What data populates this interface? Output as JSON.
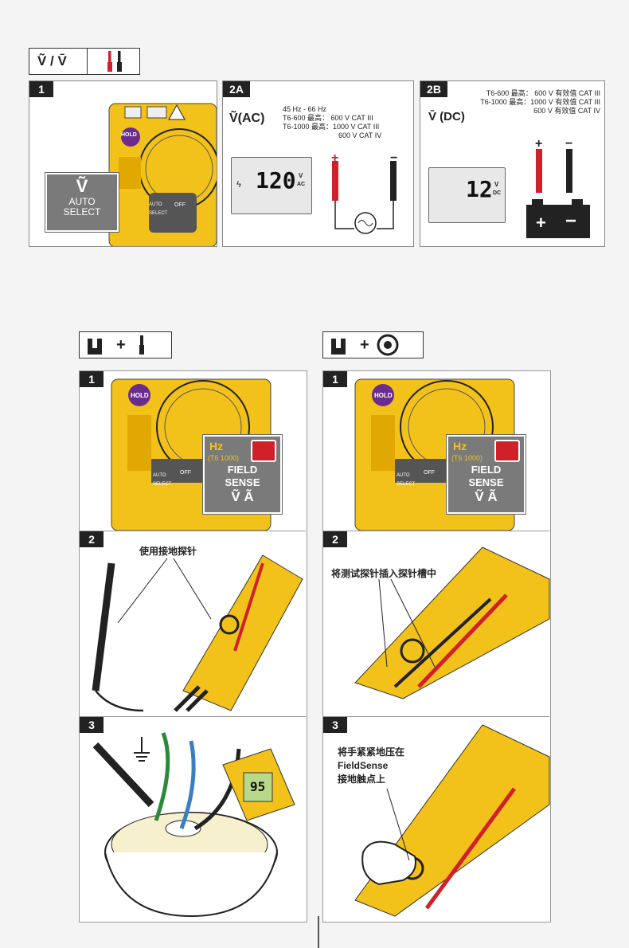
{
  "top": {
    "mode_symbols": "Ṽ / V̄",
    "p1": {
      "num": "1",
      "callout_symbol": "Ṽ",
      "callout_line1": "AUTO",
      "callout_line2": "SELECT",
      "hold": "HOLD",
      "dial_auto": "AUTO SELECT",
      "dial_off": "OFF"
    },
    "p2a": {
      "num": "2A",
      "title": "Ṽ(AC)",
      "line1": "45 Hz - 66 Hz",
      "line2": "T6-600 最高： 600 V CAT III",
      "line3": "T6-1000 最高：1000 V CAT III",
      "line4": "600 V CAT IV",
      "reading": "120",
      "unit_top": "V",
      "unit_bot": "AC",
      "plus": "+",
      "minus": "−"
    },
    "p2b": {
      "num": "2B",
      "title": "V̄ (DC)",
      "line1": "T6-600 最高： 600 V 有效值 CAT III",
      "line2": "T6-1000 最高：1000 V 有效值 CAT III",
      "line3": "600 V 有效值 CAT IV",
      "reading": "12",
      "unit_top": "V",
      "unit_bot": "DC",
      "plus": "+",
      "minus": "−"
    }
  },
  "left": {
    "header_plus": "+",
    "s1": {
      "num": "1",
      "hold": "HOLD",
      "hz": "Hz",
      "model": "(T6 1000)",
      "field": "FIELD",
      "sense": "SENSE",
      "va": "Ṽ Ã",
      "off": "OFF",
      "auto": "AUTO SELECT"
    },
    "s2": {
      "num": "2",
      "label": "使用接地探针"
    },
    "s3": {
      "num": "3",
      "reading": "95"
    }
  },
  "right": {
    "header_plus": "+",
    "s1": {
      "num": "1",
      "hold": "HOLD",
      "hz": "Hz",
      "model": "(T6 1000)",
      "field": "FIELD",
      "sense": "SENSE",
      "va": "Ṽ Ã",
      "off": "OFF",
      "auto": "AUTO SELECT"
    },
    "s2": {
      "num": "2",
      "label": "将测试探针插入探针槽中"
    },
    "s3": {
      "num": "3",
      "label1": "将手紧紧地压在",
      "label2": "FieldSense",
      "label3": "接地触点上"
    }
  },
  "colors": {
    "yellow": "#f2c21a",
    "red": "#d0202a",
    "gray": "#7a7a7a",
    "purple": "#6a2c8e"
  }
}
